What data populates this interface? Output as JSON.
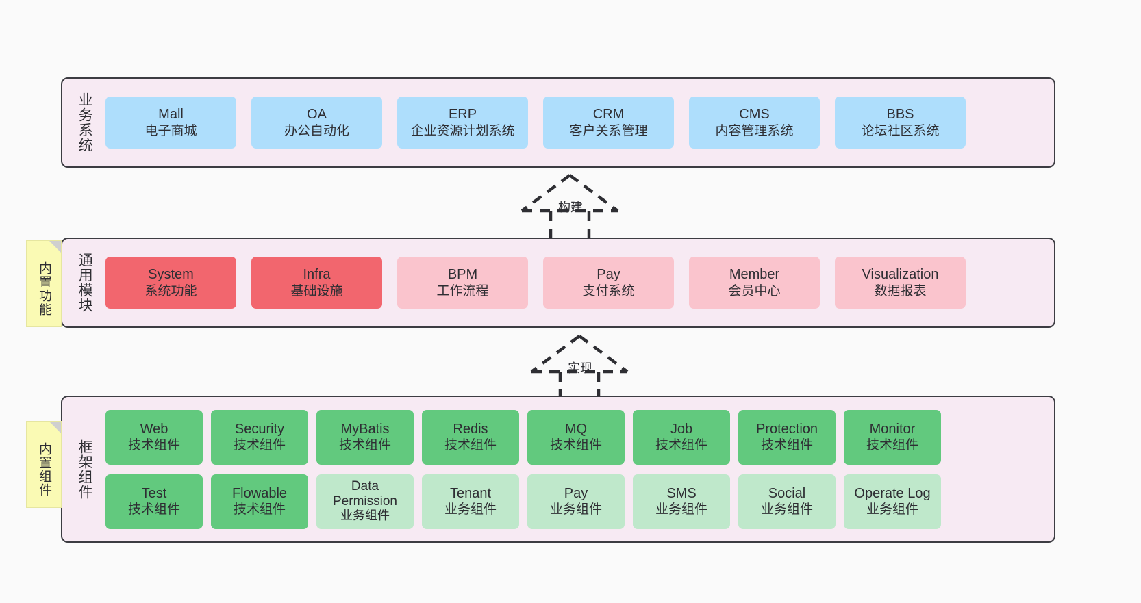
{
  "diagram": {
    "background_color": "#FAFAFA",
    "container_color": "#F7EAF3",
    "border_color": "#3C3C42"
  },
  "layers": [
    {
      "id": "business",
      "title": "业务系统",
      "node_color": "#AEDEFC",
      "nodes": [
        {
          "en": "Mall",
          "cn": "电子商城"
        },
        {
          "en": "OA",
          "cn": "办公自动化"
        },
        {
          "en": "ERP",
          "cn": "企业资源计划系统"
        },
        {
          "en": "CRM",
          "cn": "客户关系管理"
        },
        {
          "en": "CMS",
          "cn": "内容管理系统"
        },
        {
          "en": "BBS",
          "cn": "论坛社区系统"
        }
      ]
    },
    {
      "id": "module",
      "title": "通用模块",
      "node_color_core": "#F2666E",
      "node_color_ext": "#FAC4CD",
      "nodes": [
        {
          "en": "System",
          "cn": "系统功能",
          "kind": "core"
        },
        {
          "en": "Infra",
          "cn": "基础设施",
          "kind": "core"
        },
        {
          "en": "BPM",
          "cn": "工作流程",
          "kind": "ext"
        },
        {
          "en": "Pay",
          "cn": "支付系统",
          "kind": "ext"
        },
        {
          "en": "Member",
          "cn": "会员中心",
          "kind": "ext"
        },
        {
          "en": "Visualization",
          "cn": "数据报表",
          "kind": "ext"
        }
      ]
    },
    {
      "id": "framework",
      "title": "框架组件",
      "node_color_tech": "#62C97E",
      "node_color_biz": "#BFE8CB",
      "row_tech": [
        {
          "en": "Web",
          "cn": "技术组件"
        },
        {
          "en": "Security",
          "cn": "技术组件"
        },
        {
          "en": "MyBatis",
          "cn": "技术组件"
        },
        {
          "en": "Redis",
          "cn": "技术组件"
        },
        {
          "en": "MQ",
          "cn": "技术组件"
        },
        {
          "en": "Job",
          "cn": "技术组件"
        },
        {
          "en": "Protection",
          "cn": "技术组件"
        },
        {
          "en": "Monitor",
          "cn": "技术组件"
        }
      ],
      "row_biz": [
        {
          "en": "Test",
          "cn": "技术组件",
          "kind": "tech"
        },
        {
          "en": "Flowable",
          "cn": "技术组件",
          "kind": "tech"
        },
        {
          "en": "Data Permission",
          "cn": "业务组件",
          "kind": "biz"
        },
        {
          "en": "Tenant",
          "cn": "业务组件",
          "kind": "biz"
        },
        {
          "en": "Pay",
          "cn": "业务组件",
          "kind": "biz"
        },
        {
          "en": "SMS",
          "cn": "业务组件",
          "kind": "biz"
        },
        {
          "en": "Social",
          "cn": "业务组件",
          "kind": "biz"
        },
        {
          "en": "Operate Log",
          "cn": "业务组件",
          "kind": "biz"
        }
      ]
    }
  ],
  "notes": [
    {
      "id": "note-module",
      "text": "内置功能",
      "color": "#FAFAB4"
    },
    {
      "id": "note-framework",
      "text": "内置组件",
      "color": "#FAFAB4"
    }
  ],
  "arrows": [
    {
      "id": "arrow-build",
      "label": "构建",
      "style": "dashed-generalization"
    },
    {
      "id": "arrow-impl",
      "label": "实现",
      "style": "dashed-generalization"
    }
  ]
}
